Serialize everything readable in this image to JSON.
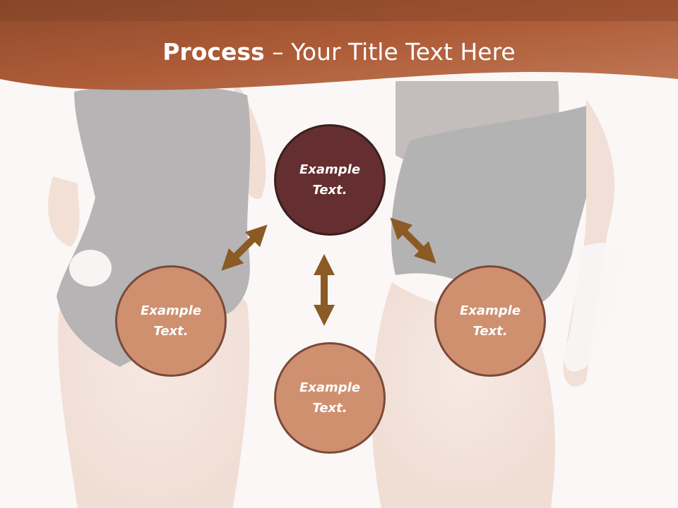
{
  "slide": {
    "title_bold": "Process",
    "title_rest": " – Your Title Text Here",
    "colors": {
      "header_band": "#b2603c",
      "center_node": "#652e30",
      "outer_node": "#cf906f",
      "arrow": "#8b5a25",
      "background": "#f7f2f0"
    },
    "background_image": "photo of two women in black bodysuits (faded)"
  },
  "diagram": {
    "nodes": [
      {
        "id": "top",
        "label": "Example\nText."
      },
      {
        "id": "left",
        "label": "Example\nText."
      },
      {
        "id": "right",
        "label": "Example\nText."
      },
      {
        "id": "bottom",
        "label": "Example\nText."
      }
    ],
    "arrows": [
      {
        "from": "top",
        "to": "left",
        "icon": "double-arrow-icon"
      },
      {
        "from": "top",
        "to": "right",
        "icon": "double-arrow-icon"
      },
      {
        "from": "top",
        "to": "bottom",
        "icon": "double-arrow-icon"
      }
    ]
  }
}
